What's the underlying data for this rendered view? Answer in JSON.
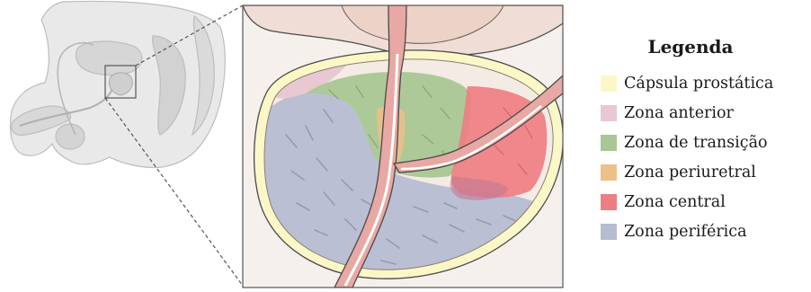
{
  "legend": {
    "title": "Legenda",
    "items": [
      {
        "label": "Cápsula prostática",
        "color": "#fbf7c7"
      },
      {
        "label": "Zona anterior",
        "color": "#e8c8d1"
      },
      {
        "label": "Zona de transição",
        "color": "#a9c794"
      },
      {
        "label": "Zona periuretral",
        "color": "#ecc089"
      },
      {
        "label": "Zona central",
        "color": "#ee7e83"
      },
      {
        "label": "Zona periférica",
        "color": "#b6bdd2"
      }
    ]
  },
  "colors": {
    "capsule": "#fbf7c7",
    "anterior": "#e8c8d1",
    "transition": "#a9c794",
    "periurethral": "#ecc089",
    "central": "#ee7e83",
    "peripheral": "#b6bdd2",
    "tissue": "#f4ebe4",
    "urethra": "#e8a8a3",
    "bladder": "#f0ddd5",
    "outline": "#4a4a4a"
  }
}
